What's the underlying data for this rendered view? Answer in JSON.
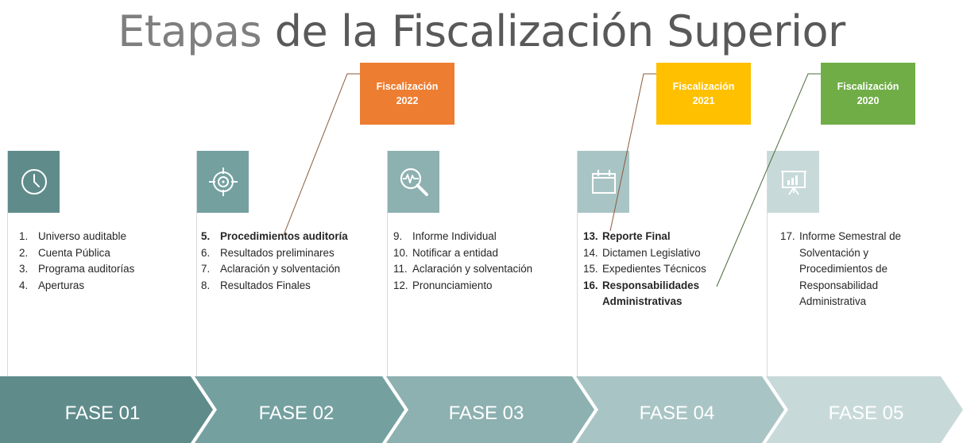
{
  "title": {
    "part1": "Etapas",
    "part2": " de la Fiscalización Superior"
  },
  "phases": [
    {
      "label": "FASE 01",
      "icon": "clock-icon",
      "color": "#5f8c8b",
      "iconbg": "#5f8c8b",
      "items": [
        {
          "num": "1.",
          "text": "Universo auditable",
          "bold": false
        },
        {
          "num": "2.",
          "text": "Cuenta Pública",
          "bold": false
        },
        {
          "num": "3.",
          "text": "Programa auditorías",
          "bold": false
        },
        {
          "num": "4.",
          "text": "Aperturas",
          "bold": false
        }
      ]
    },
    {
      "label": "FASE 02",
      "icon": "target-icon",
      "color": "#74a0a0",
      "iconbg": "#74a0a0",
      "items": [
        {
          "num": "5.",
          "text": "Procedimientos auditoría",
          "bold": true
        },
        {
          "num": "6.",
          "text": "Resultados preliminares",
          "bold": false
        },
        {
          "num": "7.",
          "text": "Aclaración y solventación",
          "bold": false
        },
        {
          "num": "8.",
          "text": "Resultados Finales",
          "bold": false
        }
      ]
    },
    {
      "label": "FASE 03",
      "icon": "magnifier-pulse-icon",
      "color": "#8db0b0",
      "iconbg": "#8db0b0",
      "items": [
        {
          "num": "9.",
          "text": "Informe Individual",
          "bold": false
        },
        {
          "num": "10.",
          "text": "Notificar a entidad",
          "bold": false
        },
        {
          "num": "11.",
          "text": "Aclaración y solventación",
          "bold": false
        },
        {
          "num": "12.",
          "text": "Pronunciamiento",
          "bold": false
        }
      ]
    },
    {
      "label": "FASE 04",
      "icon": "calendar-icon",
      "color": "#a9c4c4",
      "iconbg": "#a9c4c4",
      "items": [
        {
          "num": "13.",
          "text": "Reporte Final",
          "bold": true
        },
        {
          "num": "14.",
          "text": "Dictamen Legislativo",
          "bold": false
        },
        {
          "num": "15.",
          "text": "Expedientes Técnicos",
          "bold": false
        },
        {
          "num": "16.",
          "text": "Responsabilidades",
          "bold": true
        },
        {
          "num": "",
          "text": "Administrativas",
          "bold": true
        }
      ]
    },
    {
      "label": "FASE 05",
      "icon": "presentation-icon",
      "color": "#c8d9d9",
      "iconbg": "#c8d9d9",
      "items": [
        {
          "num": "17.",
          "text": "Informe Semestral de",
          "bold": false
        },
        {
          "num": "",
          "text": "Solventación y",
          "bold": false
        },
        {
          "num": "",
          "text": "Procedimientos de",
          "bold": false
        },
        {
          "num": "",
          "text": "Responsabilidad",
          "bold": false
        },
        {
          "num": "",
          "text": "Administrativa",
          "bold": false
        }
      ]
    }
  ],
  "callouts": [
    {
      "line1": "Fiscalización",
      "line2": "2022",
      "color": "#ed7d31"
    },
    {
      "line1": "Fiscalización",
      "line2": "2021",
      "color": "#ffc000"
    },
    {
      "line1": "Fiscalización",
      "line2": "2020",
      "color": "#70ad47"
    }
  ]
}
